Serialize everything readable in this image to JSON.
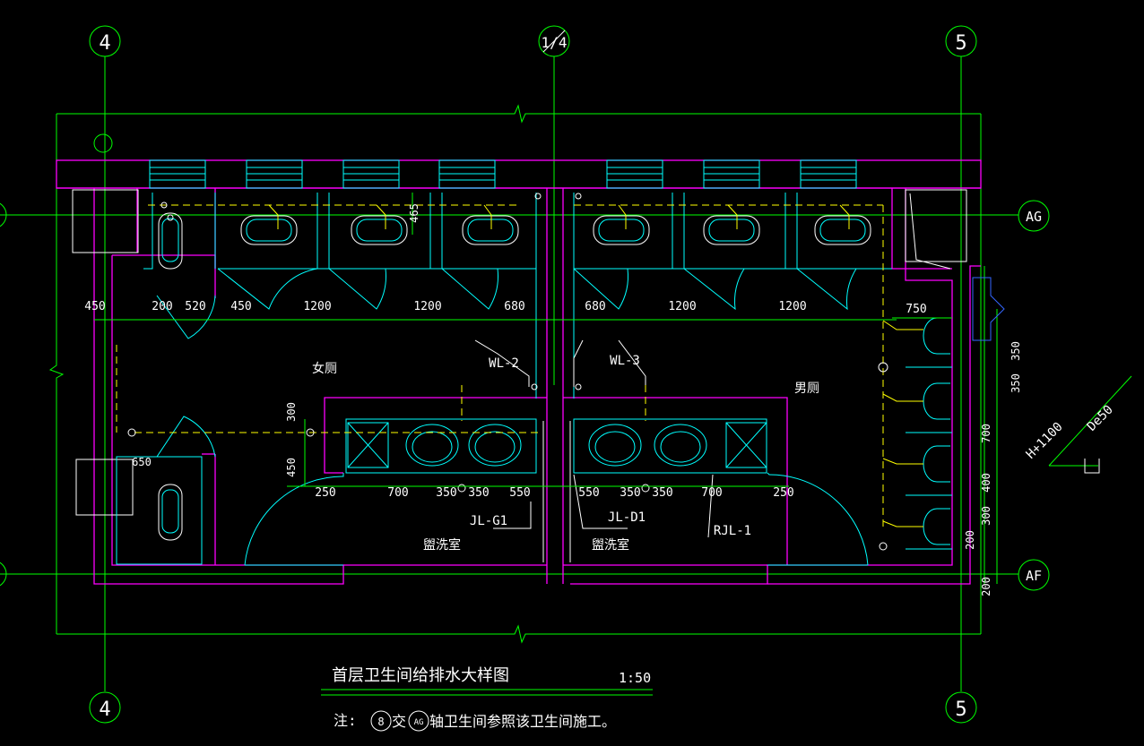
{
  "colors": {
    "background": "#000000",
    "axis": "#00ff00",
    "wall": "#ff00ff",
    "fixture": "#00ffff",
    "pipe": "#ffff00",
    "text": "#ffffff",
    "dimension": "#00ff00"
  },
  "axes": {
    "top_left": "4",
    "top_mid": "1/4",
    "top_right": "5",
    "bottom_left": "4",
    "bottom_right": "5",
    "right_top": "AG",
    "right_bottom": "AF"
  },
  "rooms": {
    "women": "女厕",
    "men": "男厕",
    "wash_left": "盥洗室",
    "wash_right": "盥洗室"
  },
  "pipes": {
    "wl2": "WL-2",
    "wl3": "WL-3",
    "jlg1": "JL-G1",
    "jld1": "JL-D1",
    "rjl1": "RJL-1"
  },
  "dims": {
    "top_row": [
      "450",
      "200",
      "520",
      "450",
      "1200",
      "1200",
      "680",
      "680",
      "1200",
      "1200"
    ],
    "top_465": "465",
    "right_750": "750",
    "right_col": [
      "350",
      "350",
      "700",
      "400",
      "300",
      "200",
      "200"
    ],
    "mid_300": "300",
    "mid_450": "450",
    "mid_650": "650",
    "bottom_row": [
      "250",
      "700",
      "350",
      "350",
      "550",
      "550",
      "350",
      "350",
      "700",
      "250"
    ]
  },
  "annotations": {
    "height": "H+1100",
    "pipe_size": "De50"
  },
  "title": {
    "text": "首层卫生间给排水大样图",
    "scale": "1:50"
  },
  "note": {
    "prefix": "注:",
    "circle1": "8",
    "mid": "交",
    "circle2": "AG",
    "suffix": "轴卫生间参照该卫生间施工。"
  }
}
